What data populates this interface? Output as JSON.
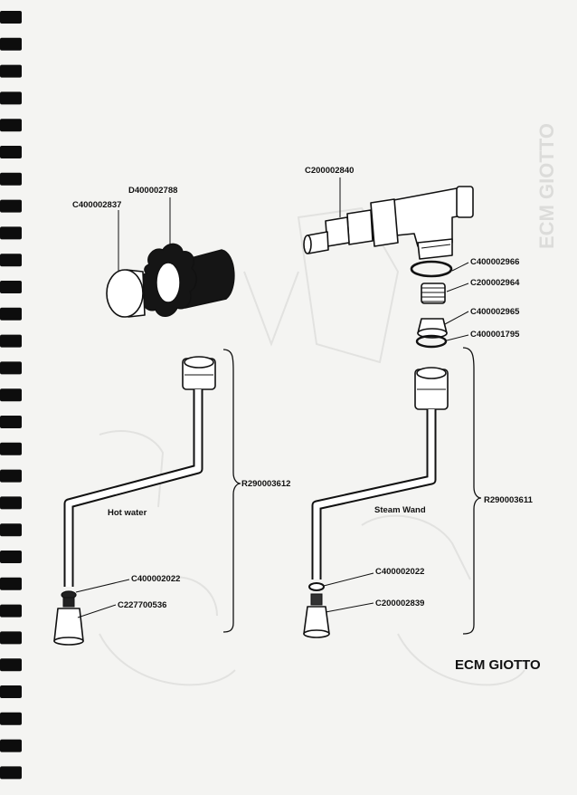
{
  "brand": "ECM GIOTTO",
  "watermark": "ECM GIOTTO",
  "labels": {
    "knob_cap": "C400002837",
    "knob": "D400002788",
    "valve_body": "C200002840",
    "oring_1": "C400002966",
    "spring": "C200002964",
    "seal_cap": "C400002965",
    "oring_2": "C400001795",
    "hot_water_assembly": "R290003612",
    "steam_wand_assembly": "R290003611",
    "hot_water_oring": "C400002022",
    "hot_water_tip": "C227700536",
    "steam_oring": "C400002022",
    "steam_tip": "C200002839"
  },
  "captions": {
    "hot_water": "Hot water",
    "steam_wand": "Steam Wand"
  },
  "colors": {
    "ink": "#111111",
    "paper": "#f4f4f2",
    "binding": "#0d0d0d"
  }
}
